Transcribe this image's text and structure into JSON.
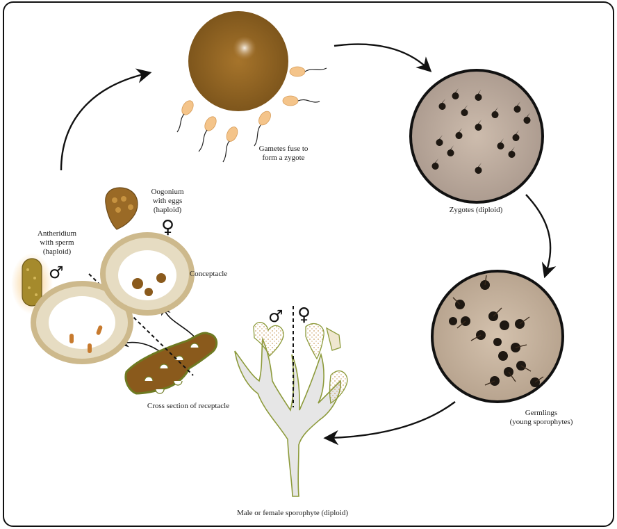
{
  "title": "",
  "colors": {
    "frame": "#111111",
    "egg": "#9a6a26",
    "egg_highlight": "#f3ebe0",
    "sperm": "#f4c48a",
    "micro_bg": "#b8a89c",
    "micro_bg_light": "#cbb9a8",
    "zygote": "#1e1812",
    "receptacle": "#8a5a1c",
    "receptacle_edge": "#6e7a22",
    "tissue": "#d8c9a4",
    "sporophyte_fill": "#e6e6e6",
    "sporophyte_outline": "#8c9a3a",
    "tip_fill": "#f6e7c2",
    "tip_dots": "#c99f62"
  },
  "labels": {
    "gametes": [
      "Gametes fuse to",
      "form a zygote"
    ],
    "zygotes": "Zygotes (diploid)",
    "germlings": [
      "Germlings",
      "(young sporophytes)"
    ],
    "sporophyte": "Male or female sporophyte (diploid)",
    "cross_section": "Cross section of receptacle",
    "conceptacle": "Conceptacle",
    "oogonium": [
      "Oogonium",
      "with eggs",
      "(haploid)"
    ],
    "antheridium": [
      "Antheridium",
      "with sperm",
      "(haploid)"
    ]
  },
  "symbols": {
    "male": "♂",
    "female": "♀"
  },
  "icons": {
    "male_symbol": "male-symbol-icon",
    "female_symbol": "female-symbol-icon",
    "cycle_arrow": "curved-arrow-icon"
  }
}
